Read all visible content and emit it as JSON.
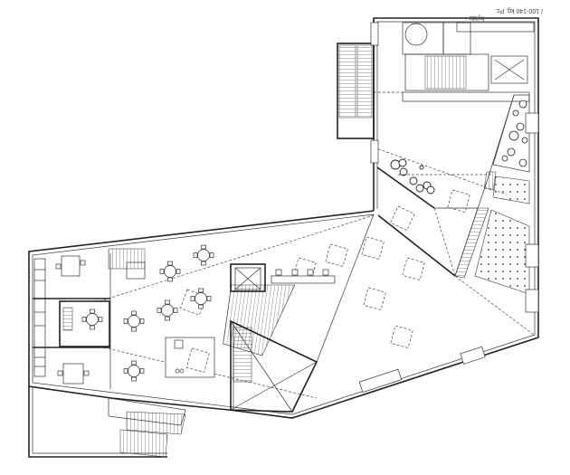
{
  "title": "Floor plan",
  "annotations": {
    "line1": "hylde",
    "line2": "/ 100-140 kg. Pc."
  },
  "colors": {
    "line": "#222222",
    "background": "#ffffff"
  }
}
